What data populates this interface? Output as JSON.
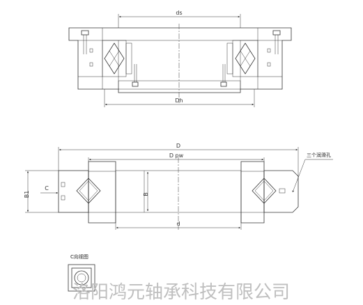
{
  "top_view": {
    "dim_ds": "ds",
    "dim_dh": "Dh"
  },
  "section_view": {
    "dim_d_outer": "D",
    "dim_dpw": "D pw",
    "dim_b1": "B1",
    "dim_b": "B",
    "dim_c": "C",
    "dim_d_inner": "d",
    "note_lube_holes": "三个润滑孔"
  },
  "detail_view": {
    "title": "C向视图"
  },
  "watermark": "洛阳鸿元轴承科技有限公司"
}
